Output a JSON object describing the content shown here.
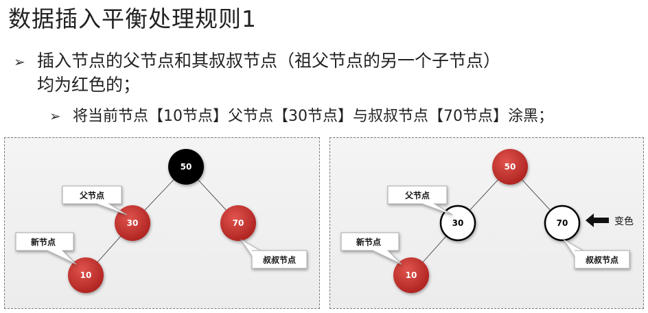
{
  "title": "数据插入平衡处理规则1",
  "bullets": {
    "main_line1": "插入节点的父节点和其叔叔节点（祖父节点的另一个子节点）",
    "main_line2": "均为红色的；",
    "sub": "将当前节点【10节点】父节点【30节点】与叔叔节点【70节点】涂黑；"
  },
  "colors": {
    "red_node": "#c8322e",
    "black_node": "#050505",
    "white_node": "#ffffff"
  },
  "before": {
    "nodes": [
      {
        "id": "50",
        "label": "50",
        "color": "black"
      },
      {
        "id": "30",
        "label": "30",
        "color": "red"
      },
      {
        "id": "70",
        "label": "70",
        "color": "red"
      },
      {
        "id": "10",
        "label": "10",
        "color": "red"
      }
    ],
    "callouts": {
      "parent": "父节点",
      "new": "新节点",
      "uncle": "叔叔节点"
    }
  },
  "after": {
    "nodes": [
      {
        "id": "50",
        "label": "50",
        "color": "red"
      },
      {
        "id": "30",
        "label": "30",
        "color": "white"
      },
      {
        "id": "70",
        "label": "70",
        "color": "white"
      },
      {
        "id": "10",
        "label": "10",
        "color": "red"
      }
    ],
    "callouts": {
      "parent": "父节点",
      "new": "新节点",
      "uncle": "叔叔节点"
    },
    "change_label": "变色"
  }
}
